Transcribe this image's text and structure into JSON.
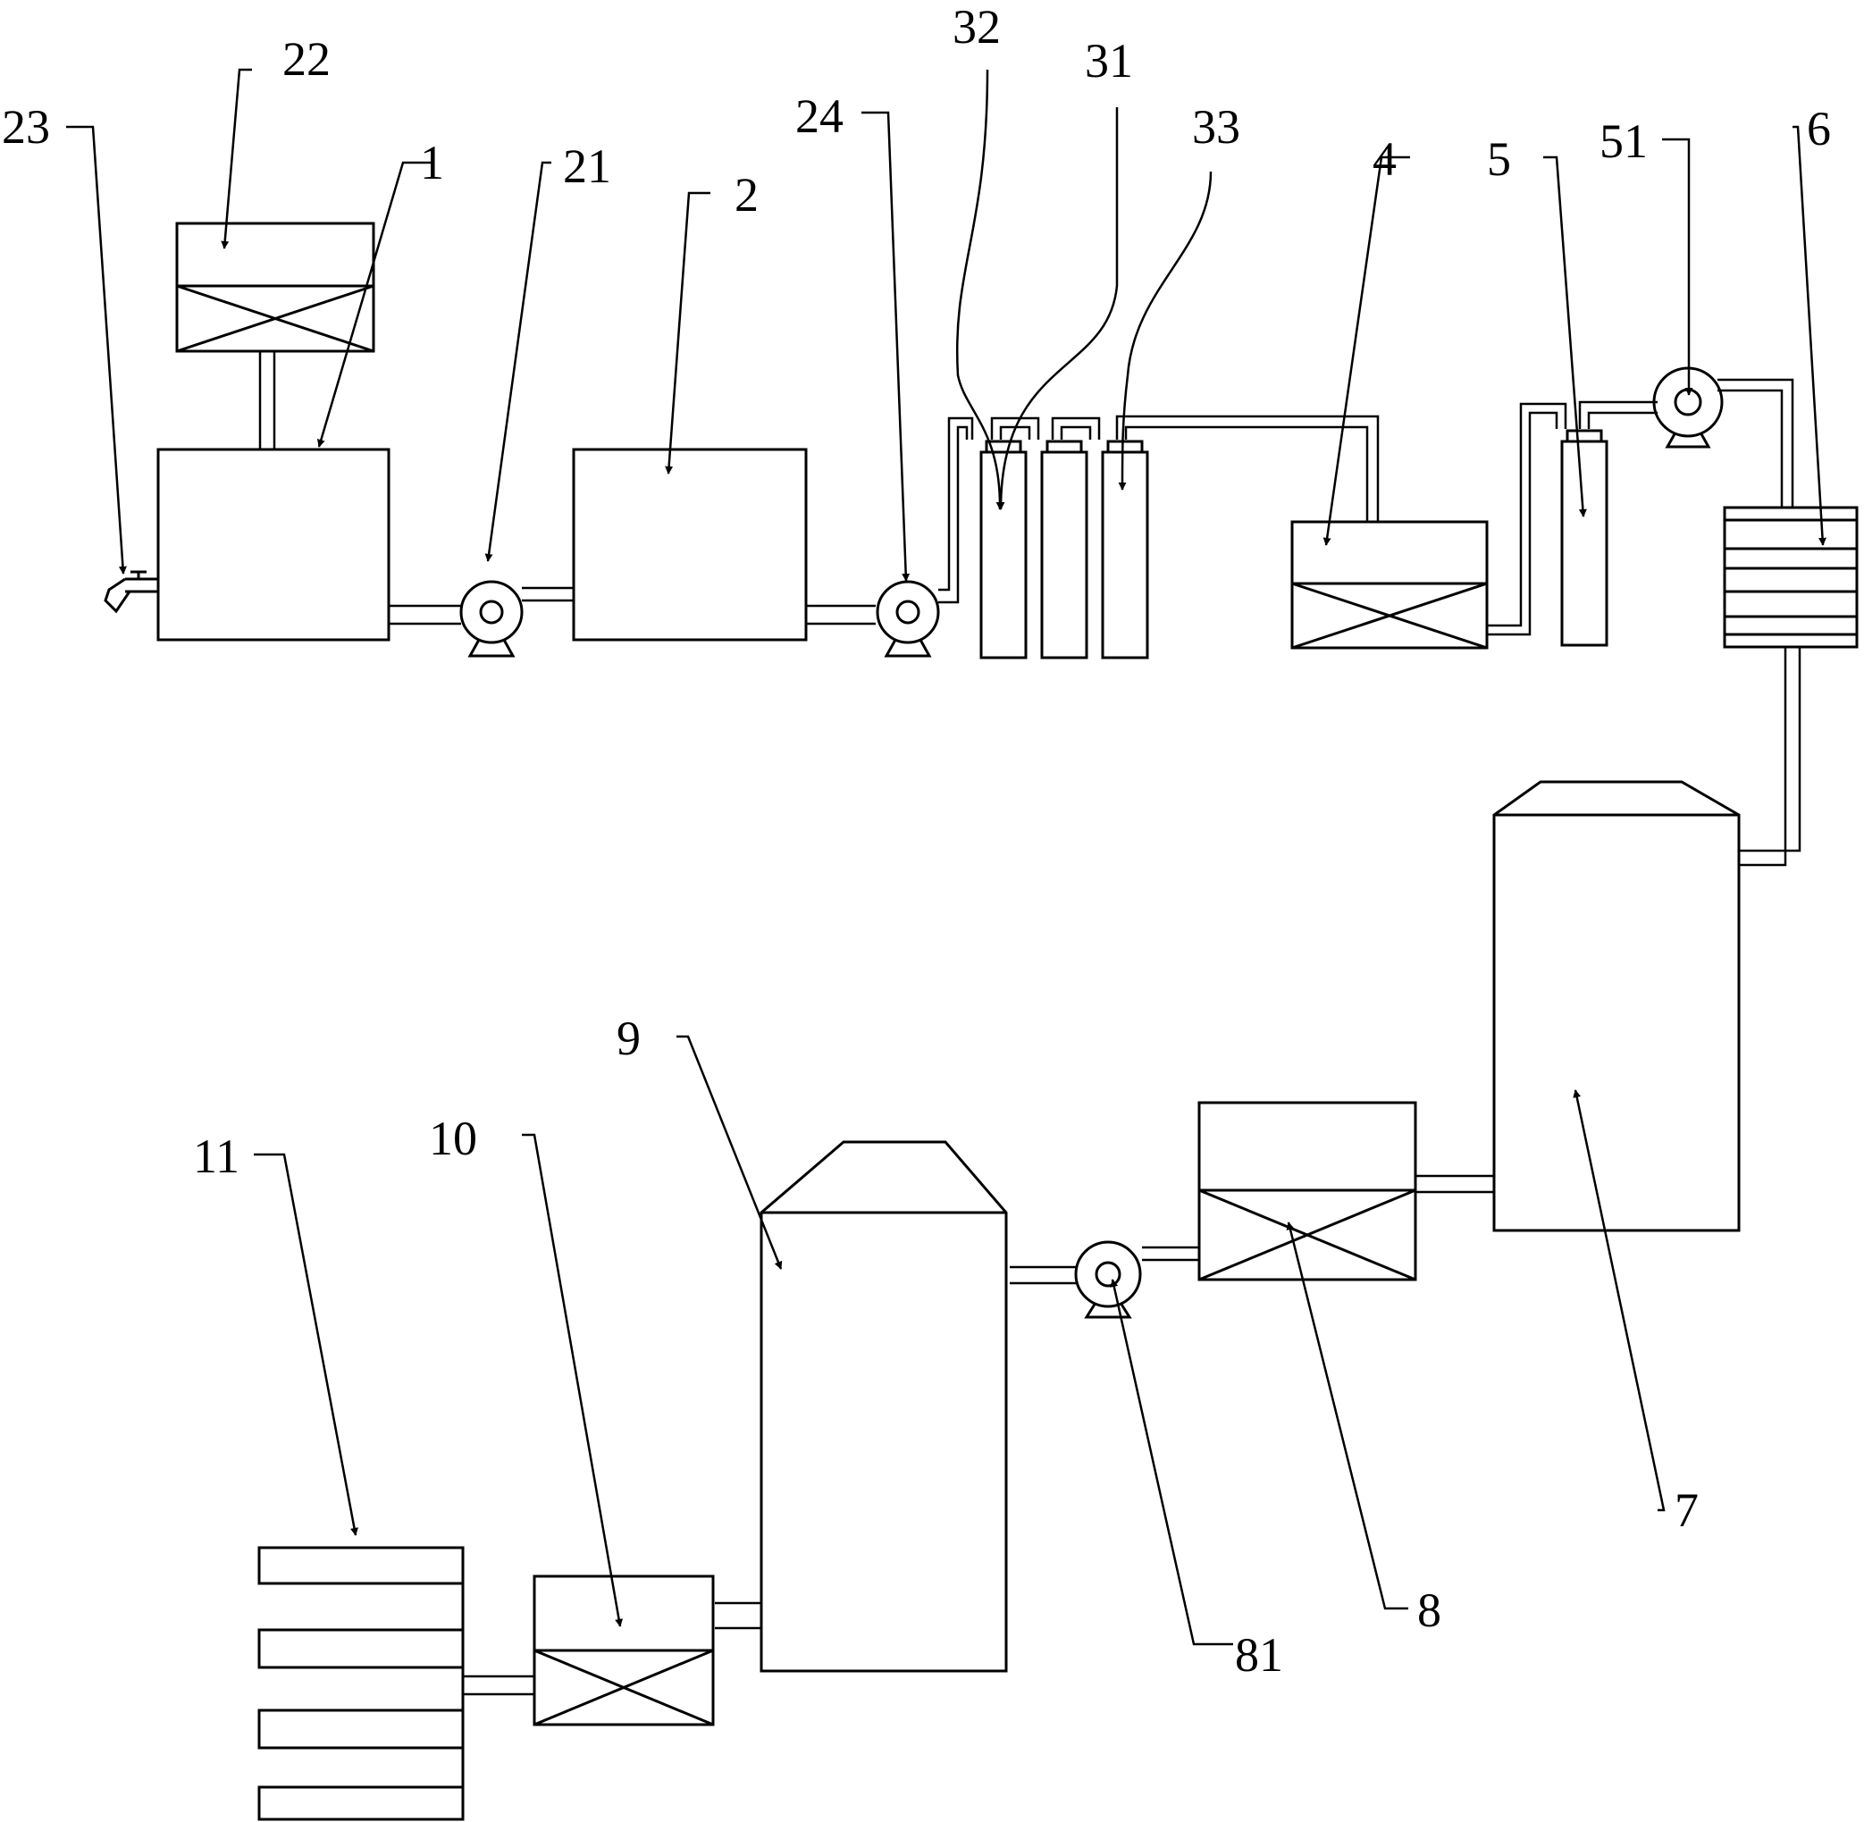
{
  "labels": {
    "l1": "1",
    "l2": "2",
    "l4": "4",
    "l5": "5",
    "l6": "6",
    "l7": "7",
    "l8": "8",
    "l9": "9",
    "l10": "10",
    "l11": "11",
    "l21": "21",
    "l22": "22",
    "l23": "23",
    "l24": "24",
    "l31": "31",
    "l32": "32",
    "l33": "33",
    "l51": "51",
    "l81": "81"
  }
}
